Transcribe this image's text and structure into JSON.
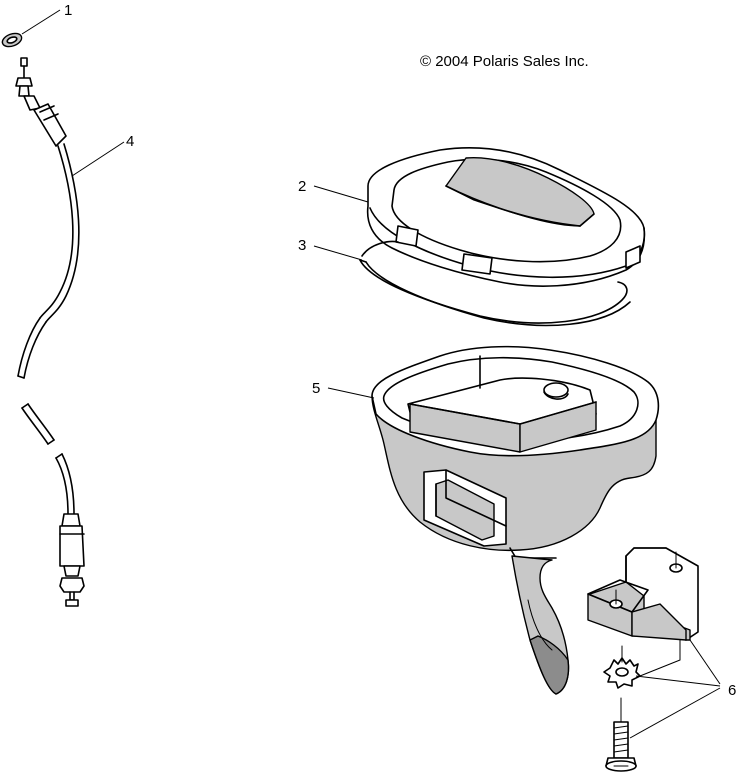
{
  "copyright": "© 2004 Polaris Sales Inc.",
  "callouts": {
    "c1": "1",
    "c2": "2",
    "c3": "3",
    "c4": "4",
    "c5": "5",
    "c6": "6"
  }
}
